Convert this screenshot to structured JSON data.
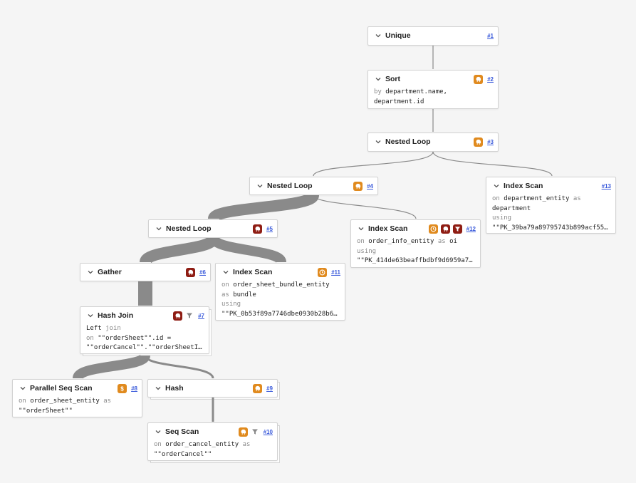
{
  "colors": {
    "orange_badge": "#e08a1e",
    "dark_badge": "#8f1d14",
    "edge": "#8a8a8a",
    "link": "#3b5bdb"
  },
  "nodes": {
    "n1": {
      "title": "Unique",
      "id": "#1"
    },
    "n2": {
      "title": "Sort",
      "id": "#2",
      "l1kw": "by",
      "l1": "department.name,",
      "l2": "department.id"
    },
    "n3": {
      "title": "Nested Loop",
      "id": "#3"
    },
    "n4": {
      "title": "Nested Loop",
      "id": "#4"
    },
    "n13": {
      "title": "Index Scan",
      "id": "#13",
      "onkw": "on",
      "table": "department_entity",
      "askw": "as",
      "alias": "department",
      "usingkw": "using",
      "index": "\"\"PK_39ba79a89795743b899acf55…"
    },
    "n5": {
      "title": "Nested Loop",
      "id": "#5"
    },
    "n12": {
      "title": "Index Scan",
      "id": "#12",
      "onkw": "on",
      "table": "order_info_entity",
      "askw": "as",
      "alias": "oi",
      "usingkw": "using",
      "index": "\"\"PK_414de63beaffbdbf9d6959a7…"
    },
    "n6": {
      "title": "Gather",
      "id": "#6"
    },
    "n11": {
      "title": "Index Scan",
      "id": "#11",
      "onkw": "on",
      "table": "order_sheet_bundle_entity",
      "askw": "as",
      "alias": "bundle",
      "usingkw": "using",
      "index": "\"\"PK_0b53f89a7746dbe0930b28b6…"
    },
    "n7": {
      "title": "Hash Join",
      "id": "#7",
      "joinType": "Left",
      "joinkw": "join",
      "onkw": "on",
      "cond1": "\"\"orderSheet\"\".id =",
      "cond2": "\"\"orderCancel\"\".\"\"orderSheetI…"
    },
    "n8": {
      "title": "Parallel Seq Scan",
      "id": "#8",
      "onkw": "on",
      "table": "order_sheet_entity",
      "askw": "as",
      "alias": "\"\"orderSheet\"\""
    },
    "n9": {
      "title": "Hash",
      "id": "#9"
    },
    "n10": {
      "title": "Seq Scan",
      "id": "#10",
      "onkw": "on",
      "table": "order_cancel_entity",
      "askw": "as",
      "alias": "\"\"orderCancel\"\""
    }
  },
  "icons": {
    "chevron": "chevron-down-icon",
    "cost_badge": "elephant-icon",
    "time_badge": "clock-icon",
    "money_badge": "dollar-icon",
    "filter": "filter-icon"
  }
}
